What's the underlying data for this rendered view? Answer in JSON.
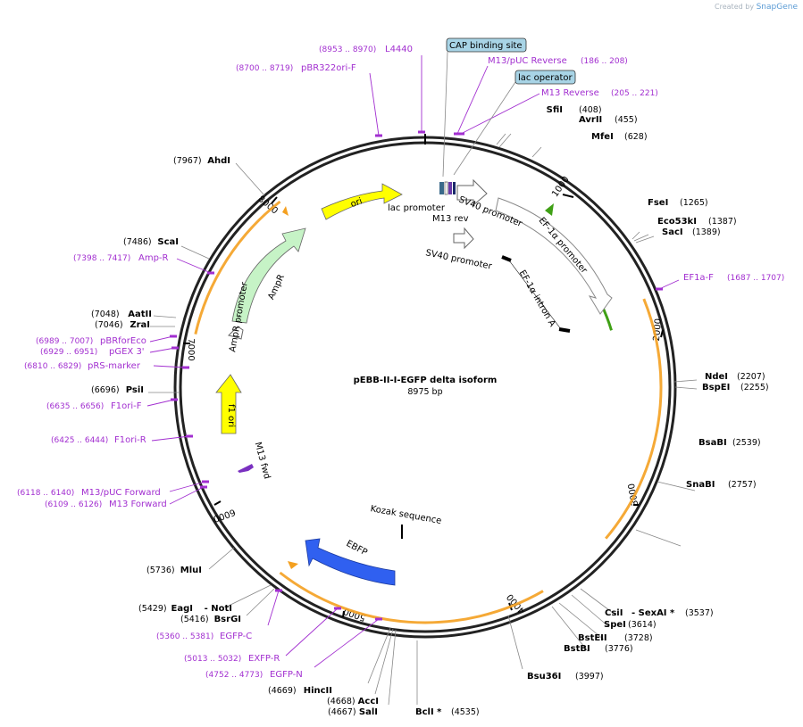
{
  "credit": {
    "prefix": "Created by",
    "brand": "SnapGene"
  },
  "plasmid": {
    "name": "pEBB-II-I-EGFP delta isoform",
    "length_label": "8975 bp",
    "length": 8975
  },
  "colors": {
    "backbone": "#222222",
    "primer": "#a22fd0",
    "orange": "#f4a020",
    "green_arrow": "#3fa015",
    "ori": "#ffff00",
    "ampr": "#c6f3c6",
    "ebfp": "#3060f0",
    "lac_box": "#a8d4e6",
    "lac_fill": "#3a6a8a",
    "line": "#888888"
  },
  "ticks": [
    "1000",
    "2000",
    "3000",
    "4000",
    "5000",
    "6000",
    "7000",
    "8000"
  ],
  "enzymes": [
    {
      "name": "SfiI",
      "pos": "(408)"
    },
    {
      "name": "AvrII",
      "pos": "(455)"
    },
    {
      "name": "MfeI",
      "pos": "(628)"
    },
    {
      "name": "FseI",
      "pos": "(1265)"
    },
    {
      "name": "Eco53kI",
      "pos": "(1387)"
    },
    {
      "name": "SacI",
      "pos": "(1389)"
    },
    {
      "name": "NdeI",
      "pos": "(2207)"
    },
    {
      "name": "BspEI",
      "pos": "(2255)"
    },
    {
      "name": "BsaBI",
      "pos": "(2539)"
    },
    {
      "name": "SnaBI",
      "pos": "(2757)"
    },
    {
      "name": "CsiI",
      "pos": ""
    },
    {
      "name": "- SexAI *",
      "pos": "(3537)"
    },
    {
      "name": "SpeI",
      "pos": "(3614)"
    },
    {
      "name": "BstEII",
      "pos": "(3728)"
    },
    {
      "name": "BstBI",
      "pos": "(3776)"
    },
    {
      "name": "Bsu36I",
      "pos": "(3997)"
    },
    {
      "name": "BclI *",
      "pos": "(4535)"
    },
    {
      "name": "SalI",
      "pos": "(4667)"
    },
    {
      "name": "AccI",
      "pos": "(4668)"
    },
    {
      "name": "HincII",
      "pos": "(4669)"
    },
    {
      "name": "BsrGI",
      "pos": "(5416)"
    },
    {
      "name": "EagI",
      "pos": "(5429)"
    },
    {
      "name": "- NotI",
      "pos": ""
    },
    {
      "name": "MluI",
      "pos": "(5736)"
    },
    {
      "name": "PsiI",
      "pos": "(6696)"
    },
    {
      "name": "ZraI",
      "pos": "(7046)"
    },
    {
      "name": "AatII",
      "pos": "(7048)"
    },
    {
      "name": "ScaI",
      "pos": "(7486)"
    },
    {
      "name": "AhdI",
      "pos": "(7967)"
    }
  ],
  "primers": [
    {
      "name": "L4440",
      "pos": "(8953 .. 8970)"
    },
    {
      "name": "pBR322ori-F",
      "pos": "(8700 .. 8719)"
    },
    {
      "name": "M13/pUC Reverse",
      "pos": "(186 .. 208)"
    },
    {
      "name": "M13 Reverse",
      "pos": "(205 .. 221)"
    },
    {
      "name": "EF1a-F",
      "pos": "(1687 .. 1707)"
    },
    {
      "name": "EGFP-C",
      "pos": "(5360 .. 5381)"
    },
    {
      "name": "EXFP-R",
      "pos": "(5013 .. 5032)"
    },
    {
      "name": "EGFP-N",
      "pos": "(4752 .. 4773)"
    },
    {
      "name": "M13/pUC Forward",
      "pos": "(6118 .. 6140)"
    },
    {
      "name": "M13 Forward",
      "pos": "(6109 .. 6126)"
    },
    {
      "name": "F1ori-R",
      "pos": "(6425 .. 6444)"
    },
    {
      "name": "F1ori-F",
      "pos": "(6635 .. 6656)"
    },
    {
      "name": "pRS-marker",
      "pos": "(6810 .. 6829)"
    },
    {
      "name": "pGEX 3'",
      "pos": "(6929 .. 6951)"
    },
    {
      "name": "pBRforEco",
      "pos": "(6989 .. 7007)"
    },
    {
      "name": "Amp-R",
      "pos": "(7398 .. 7417)"
    }
  ],
  "boxed_features": [
    {
      "name": "CAP binding site"
    },
    {
      "name": "lac operator"
    }
  ],
  "features": [
    {
      "name": "lac promoter"
    },
    {
      "name": "M13 rev"
    },
    {
      "name": "SV40 promoter"
    },
    {
      "name": "SV40 promoter"
    },
    {
      "name": "EF-1α promoter"
    },
    {
      "name": "EF-1α intron A"
    },
    {
      "name": "ori"
    },
    {
      "name": "AmpR"
    },
    {
      "name": "AmpR promoter"
    },
    {
      "name": "f1 ori"
    },
    {
      "name": "M13 fwd"
    },
    {
      "name": "Kozak sequence"
    },
    {
      "name": "EBFP"
    },
    {
      "name": "..."
    }
  ]
}
